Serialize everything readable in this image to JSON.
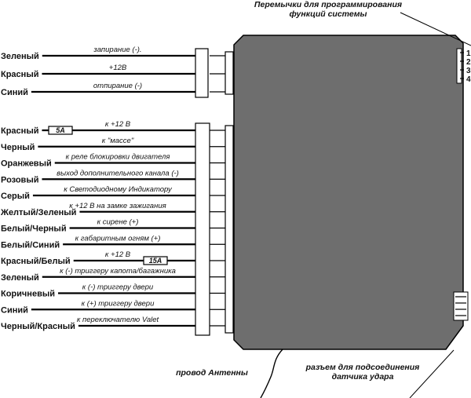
{
  "top_note": {
    "line1": "Перемычки для программирования",
    "line2": "функций системы"
  },
  "jumpers": [
    "1",
    "2",
    "3",
    "4"
  ],
  "connector_small": [
    {
      "name": "Зеленый",
      "desc": "запирание (-)."
    },
    {
      "name": "Красный",
      "desc": "+12В"
    },
    {
      "name": "Синий",
      "desc": "отпирание (-)"
    }
  ],
  "connector_large": [
    {
      "name": "Красный",
      "desc": "к +12 В",
      "fuse": "5А"
    },
    {
      "name": "Черный",
      "desc": "к \"массе\""
    },
    {
      "name": "Оранжевый",
      "desc": "к реле блокировки двигателя"
    },
    {
      "name": "Розовый",
      "desc": "выход дополнительного канала (-)"
    },
    {
      "name": "Серый",
      "desc": "к Светодиодному Индикатору"
    },
    {
      "name": "Желтый/Зеленый",
      "desc": "к +12 В на замке зажигания"
    },
    {
      "name": "Белый/Черный",
      "desc": "к сирене (+)"
    },
    {
      "name": "Белый/Синий",
      "desc": "к габаритным огням (+)"
    },
    {
      "name": "Красный/Белый",
      "desc": "к +12 В",
      "fuse": "15А"
    },
    {
      "name": "Зеленый",
      "desc": "к (-) триггеру капота/багажника"
    },
    {
      "name": "Коричневый",
      "desc": "к (-) триггеру двери"
    },
    {
      "name": "Синий",
      "desc": "к (+) триггеру двери"
    },
    {
      "name": "Черный/Красный",
      "desc": "к переключателю Valet"
    }
  ],
  "antenna_label": "провод Антенны",
  "shock_sensor_label": {
    "line1": "разъем для подсоединения",
    "line2": "датчика удара"
  },
  "colors": {
    "unit_fill": "#6e6e6e",
    "line": "#000000",
    "connector_fill": "#ffffff"
  }
}
